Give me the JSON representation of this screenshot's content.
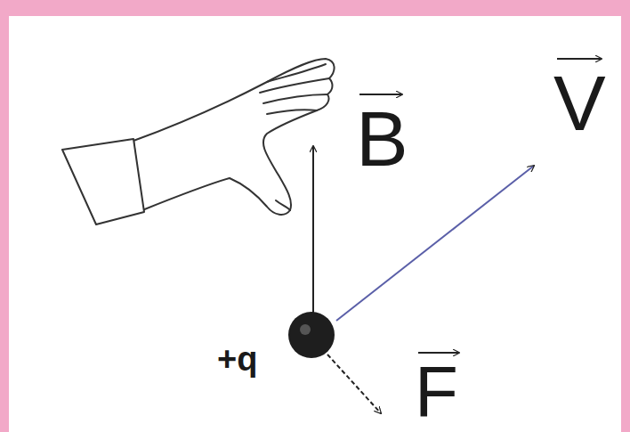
{
  "diagram": {
    "labels": [
      "B",
      "V",
      "+q",
      "F"
    ]
  }
}
